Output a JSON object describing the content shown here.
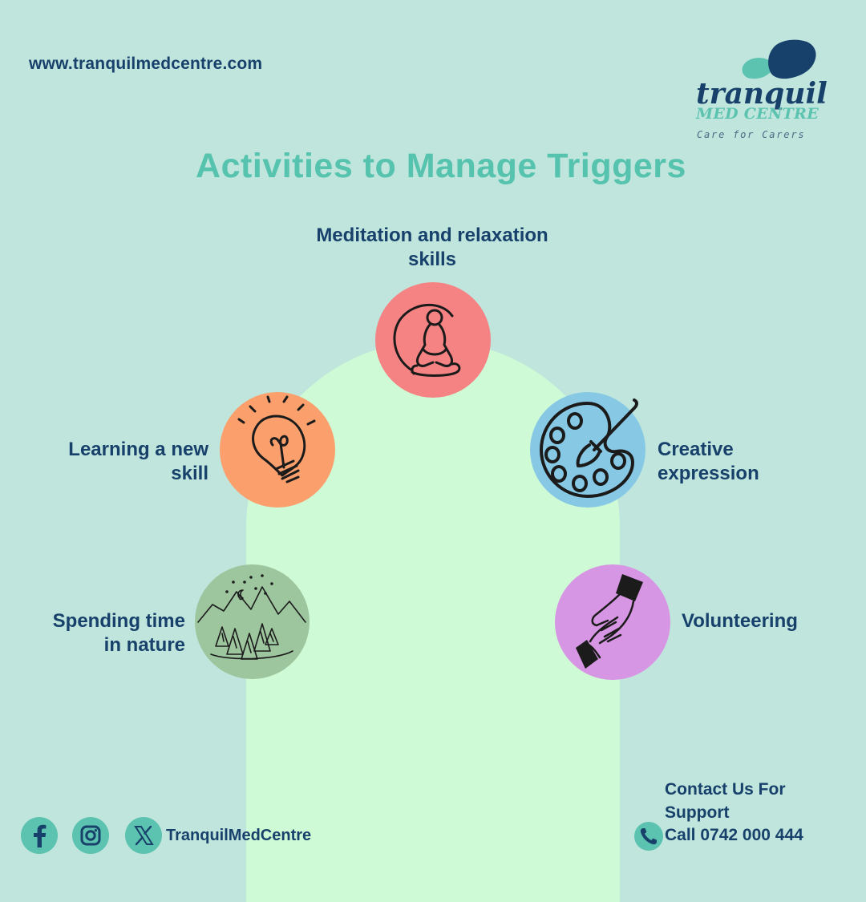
{
  "header": {
    "website": "www.tranquilmedcentre.com"
  },
  "logo": {
    "name_line1": "tranquil",
    "name_line2": "MED CENTRE",
    "tagline": "Care for Carers"
  },
  "title": "Activities to Manage Triggers",
  "activities": [
    {
      "label_line1": "Meditation and relaxation",
      "label_line2": "skills",
      "icon": "meditation-icon",
      "color": "#f58384"
    },
    {
      "label_line1": "Learning a new",
      "label_line2": "skill",
      "icon": "lightbulb-icon",
      "color": "#fba06d"
    },
    {
      "label_line1": "Creative",
      "label_line2": "expression",
      "icon": "paint-palette-icon",
      "color": "#87c9e5"
    },
    {
      "label_line1": "Spending time",
      "label_line2": "in nature",
      "icon": "mountains-forest-icon",
      "color": "#9dc69e"
    },
    {
      "label_line1": "Volunteering",
      "label_line2": "",
      "icon": "handshake-icon",
      "color": "#d796e3"
    }
  ],
  "social": {
    "icons": [
      "facebook-icon",
      "instagram-icon",
      "x-icon"
    ],
    "handle": "TranquilMedCentre"
  },
  "contact": {
    "line1": "Contact Us For",
    "line2": "Support",
    "call": "Call 0742 000 444"
  },
  "colors": {
    "background": "#bfe5dc",
    "arch": "#cffad6",
    "navy": "#17406b",
    "teal": "#55c3ad"
  }
}
